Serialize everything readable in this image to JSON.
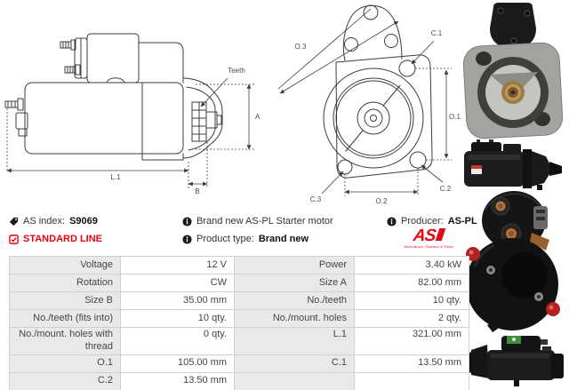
{
  "meta": {
    "as_index_label": "AS index:",
    "as_index_value": "S9069",
    "line_label": "STANDARD LINE",
    "brand_new_text": "Brand new AS-PL Starter motor",
    "product_type_label": "Product type:",
    "product_type_value": "Brand new",
    "producer_label": "Producer:",
    "producer_value": "AS-PL"
  },
  "logo": {
    "text": "AS",
    "tagline": "Alternators, Starters & Parts"
  },
  "drawings": {
    "side": {
      "teeth": "Teeth",
      "a": "A",
      "b": "B",
      "l1": "L.1"
    },
    "front": {
      "o3": "O.3",
      "c1": "C.1",
      "o1": "O.1",
      "c2": "C.2",
      "c3": "C.3",
      "o2": "O.2"
    }
  },
  "spec_table": {
    "rows": [
      {
        "label_l": "Voltage",
        "value_l": "12 V",
        "label_r": "Power",
        "value_r": "3.40 kW"
      },
      {
        "label_l": "Rotation",
        "value_l": "CW",
        "label_r": "Size A",
        "value_r": "82.00 mm"
      },
      {
        "label_l": "Size B",
        "value_l": "35.00 mm",
        "label_r": "No./teeth",
        "value_r": "10 qty."
      },
      {
        "label_l": "No./teeth (fits into)",
        "value_l": "10 qty.",
        "label_r": "No./mount. holes",
        "value_r": "2 qty."
      },
      {
        "label_l": "No./mount. holes with thread",
        "value_l": "0 qty.",
        "label_r": "L.1",
        "value_r": "321.00 mm"
      },
      {
        "label_l": "O.1",
        "value_l": "105.00 mm",
        "label_r": "C.1",
        "value_r": "13.50 mm"
      },
      {
        "label_l": "C.2",
        "value_l": "13.50 mm",
        "label_r": "",
        "value_r": ""
      }
    ]
  },
  "colors": {
    "accent_red": "#e30613",
    "table_label_bg": "#e9e9e7",
    "table_border": "#cfcfcd",
    "drawing_stroke": "#3c3c3c"
  }
}
